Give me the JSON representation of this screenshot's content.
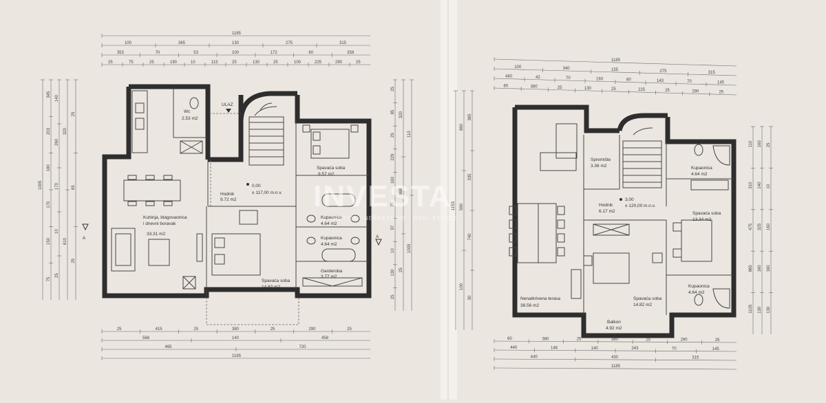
{
  "watermark": {
    "brand": "INVESTA",
    "tagline": "OPATIJA · NEKRETNINE · REAL ESTATE"
  },
  "ground_floor": {
    "top_dims": [
      [
        "1185"
      ],
      [
        "100",
        "365",
        "130",
        "275",
        "315"
      ],
      [
        "353",
        "70",
        "53",
        "100",
        "172",
        "80",
        "358"
      ],
      [
        "25",
        "75",
        "25",
        "190",
        "10",
        "115",
        "25",
        "130",
        "25",
        "100",
        "225",
        "290",
        "25"
      ]
    ],
    "bottom_dims": [
      [
        "25",
        "415",
        "25",
        "380",
        "25",
        "290",
        "25"
      ],
      [
        "568",
        "140",
        "458"
      ],
      [
        "465",
        "720"
      ],
      [
        "1185"
      ]
    ],
    "left_dims": [
      [
        "1005"
      ],
      [
        "345",
        "203",
        "180",
        "170",
        "150",
        "75"
      ],
      [
        "140",
        "260",
        "170",
        "10",
        "25"
      ],
      [
        "320",
        "610"
      ],
      [
        "25",
        "65",
        "25"
      ]
    ],
    "right_dims": [
      [
        "25",
        "85",
        "25",
        "229",
        "160",
        "70",
        "97",
        "10",
        "130",
        "25"
      ],
      [
        "320",
        "868",
        "25"
      ],
      [
        "110",
        "1005"
      ]
    ],
    "rooms": {
      "wc": {
        "name": "Wc",
        "area": "2.53 m2"
      },
      "entrance": "ULAZ",
      "bedroom1": {
        "name": "Spavaća soba",
        "area": "9.57 m2"
      },
      "hall": {
        "name": "Hodnik",
        "area": "9.72 m2"
      },
      "level": "0,00",
      "elevation": "± 117,00 m.n.v.",
      "kitchen": {
        "name": "Kuhinja, blagovaonica",
        "name2": "i dnevni boravak",
        "area": "33.31 m2"
      },
      "bath1": {
        "name": "Kupaonica",
        "area": "4.64 m2"
      },
      "bath2": {
        "name": "Kupaonica",
        "area": "4.64 m2"
      },
      "wardrobe": {
        "name": "Garderoba",
        "area": "3.77 m2"
      },
      "bedroom2": {
        "name": "Spavaća soba",
        "area": "14.82 m2"
      }
    },
    "section_mark": "A"
  },
  "upper_floor": {
    "top_dims": [
      [
        "1185"
      ],
      [
        "100",
        "340",
        "155",
        "275",
        "315"
      ],
      [
        "440",
        "42",
        "70",
        "193",
        "80",
        "143",
        "70",
        "145"
      ],
      [
        "60",
        "380",
        "25",
        "130",
        "25",
        "225",
        "25",
        "290",
        "25"
      ]
    ],
    "bottom_dims": [
      [
        "60",
        "380",
        "25",
        "380",
        "25",
        "290",
        "25"
      ],
      [
        "440",
        "148",
        "140",
        "243",
        "70",
        "145"
      ],
      [
        "440",
        "430",
        "315"
      ],
      [
        "1185"
      ]
    ],
    "left_dims": [
      [
        "1153"
      ],
      [
        "860",
        "590",
        "100"
      ],
      [
        "365",
        "335",
        "740",
        "30"
      ]
    ],
    "right_dims": [
      [
        "110",
        "310",
        "475",
        "865",
        "1105"
      ],
      [
        "160",
        "140",
        "325",
        "160",
        "130"
      ],
      [
        "25",
        "10",
        "160",
        "160",
        "130"
      ]
    ],
    "rooms": {
      "storage": {
        "name": "Spremište",
        "area": "3.36 m2"
      },
      "bath1": {
        "name": "Kupaonica",
        "area": "4.64 m2"
      },
      "hall": {
        "name": "Hodnik",
        "area": "6.17 m2"
      },
      "level": "3,00",
      "elevation": "± 120,00 m.n.v.",
      "bedroom1": {
        "name": "Spavaća soba",
        "area": "13.34 m2"
      },
      "terrace": {
        "name": "Nenatkrivena terasa",
        "area": "38.56 m2"
      },
      "bedroom2": {
        "name": "Spavaća soba",
        "area": "14.82 m2"
      },
      "bath2": {
        "name": "Kupaonica",
        "area": "4.64 m2"
      },
      "balcony": {
        "name": "Balkon",
        "area": "4.92 m2"
      }
    }
  }
}
